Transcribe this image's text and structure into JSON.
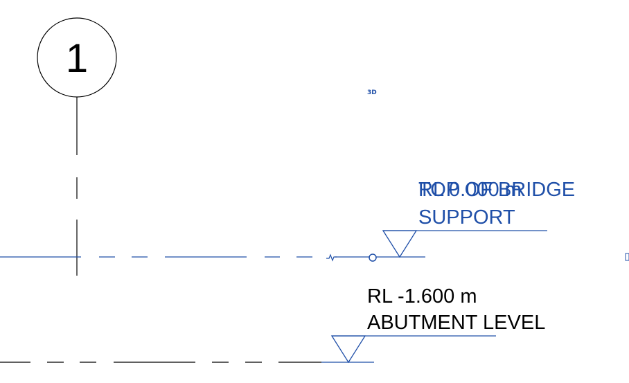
{
  "grid": {
    "tag": "1"
  },
  "view_indicator": {
    "text": "3D"
  },
  "levels": [
    {
      "elevation": "RL 0.000 m",
      "name_line1": "TOP OF BRIDGE",
      "name_line2": "SUPPORT",
      "color": "#1f4fa8",
      "selected": true
    },
    {
      "elevation": "RL -1.600 m",
      "name_line1": "ABUTMENT LEVEL",
      "color": "#000000",
      "selected": false
    }
  ],
  "colors": {
    "selection": "#1f4fa8",
    "linework": "#000000",
    "background": "#ffffff"
  }
}
